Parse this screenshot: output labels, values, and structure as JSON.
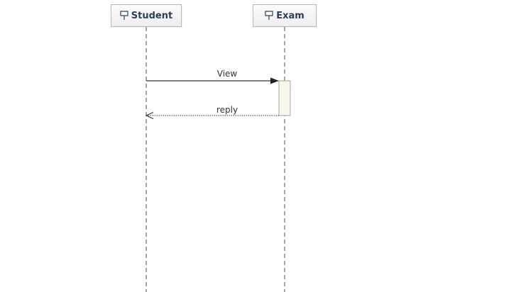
{
  "diagram": {
    "lifelines": [
      {
        "id": "student",
        "name": "Student"
      },
      {
        "id": "exam",
        "name": "Exam"
      }
    ],
    "messages": [
      {
        "label": "View",
        "from": "Student",
        "to": "Exam",
        "kind": "synchronous-call"
      },
      {
        "label": "reply",
        "from": "Exam",
        "to": "Student",
        "kind": "return"
      }
    ],
    "colors": {
      "lifeline_text": "#2b3f5c",
      "lifeline_line": "#888888",
      "activation_fill": "#f7f5ee",
      "activation_border": "#a8a49a",
      "message_line": "#333333"
    },
    "icons": {
      "lifeline": "lifeline-icon"
    }
  }
}
